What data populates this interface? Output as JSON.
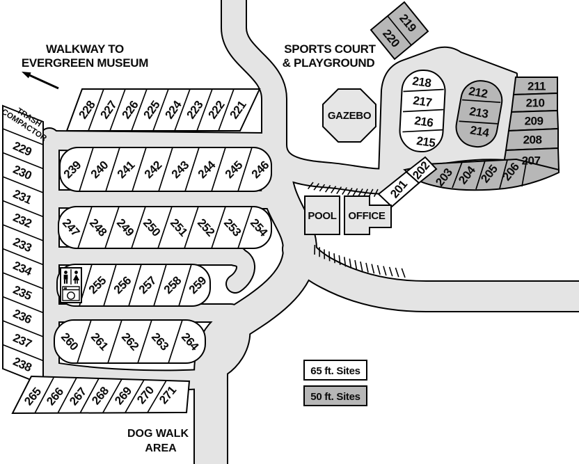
{
  "map": {
    "labels": {
      "walkway": [
        "WALKWAY TO",
        "EVERGREEN MUSEUM"
      ],
      "trash": [
        "TRASH",
        "COMPACTOR"
      ],
      "sports": [
        "SPORTS COURT",
        "& PLAYGROUND"
      ],
      "gazebo": "GAZEBO",
      "pool": "POOL",
      "office": "OFFICE",
      "dogwalk": [
        "DOG WALK",
        "AREA"
      ]
    },
    "legend": [
      {
        "label": "65 ft. Sites",
        "fill": "#ffffff"
      },
      {
        "label": "50 ft. Sites",
        "fill": "#b7b7b7"
      }
    ],
    "colors": {
      "road": "#e4e4e4",
      "outline": "#000000",
      "site_65ft": "#ffffff",
      "site_50ft": "#b7b7b7",
      "building": "#e6e6e6"
    },
    "sites": {
      "s201": "201",
      "s202": "202",
      "s203": "203",
      "s204": "204",
      "s205": "205",
      "s206": "206",
      "s207": "207",
      "s208": "208",
      "s209": "209",
      "s210": "210",
      "s211": "211",
      "s212": "212",
      "s213": "213",
      "s214": "214",
      "s215": "215",
      "s216": "216",
      "s217": "217",
      "s218": "218",
      "s219": "219",
      "s220": "220",
      "s221": "221",
      "s222": "222",
      "s223": "223",
      "s224": "224",
      "s225": "225",
      "s226": "226",
      "s227": "227",
      "s228": "228",
      "s229": "229",
      "s230": "230",
      "s231": "231",
      "s232": "232",
      "s233": "233",
      "s234": "234",
      "s235": "235",
      "s236": "236",
      "s237": "237",
      "s238": "238",
      "s239": "239",
      "s240": "240",
      "s241": "241",
      "s242": "242",
      "s243": "243",
      "s244": "244",
      "s245": "245",
      "s246": "246",
      "s247": "247",
      "s248": "248",
      "s249": "249",
      "s250": "250",
      "s251": "251",
      "s252": "252",
      "s253": "253",
      "s254": "254",
      "s255": "255",
      "s256": "256",
      "s257": "257",
      "s258": "258",
      "s259": "259",
      "s260": "260",
      "s261": "261",
      "s262": "262",
      "s263": "263",
      "s264": "264",
      "s265": "265",
      "s266": "266",
      "s267": "267",
      "s268": "268",
      "s269": "269",
      "s270": "270",
      "s271": "271"
    }
  }
}
